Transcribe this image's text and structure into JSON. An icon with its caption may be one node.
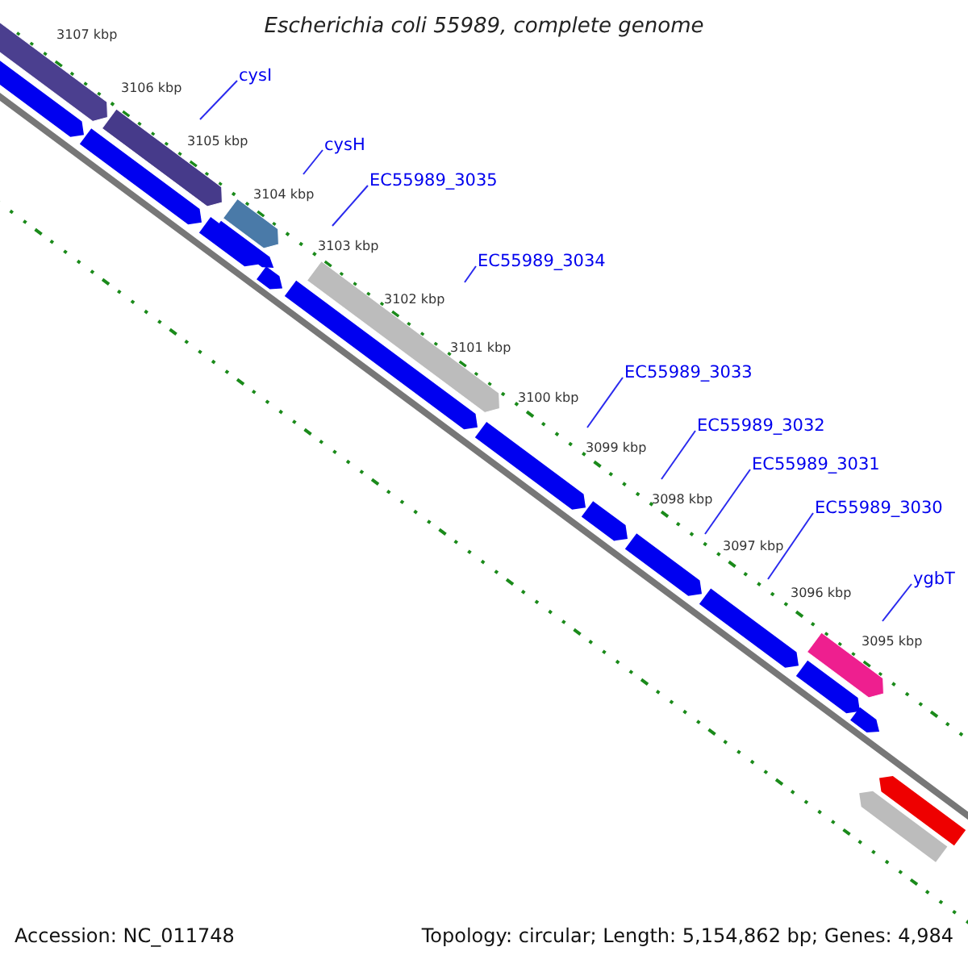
{
  "diagram": {
    "title": "Escherichia coli 55989, complete genome",
    "nodes": [
      {
        "text": [
          "cysI"
        ]
      },
      {
        "text": [
          "cysH"
        ]
      },
      {
        "text": [
          "EC55989_3035"
        ]
      },
      {
        "text": [
          "EC55989_3034"
        ]
      },
      {
        "text": [
          "EC55989_3033"
        ]
      },
      {
        "text": [
          "EC55989_3032"
        ]
      },
      {
        "text": [
          "EC55989_3031"
        ]
      },
      {
        "text": [
          "EC55989_3030"
        ]
      },
      {
        "text": [
          "ygbT"
        ]
      }
    ],
    "edges": [
      {
        "from": 0,
        "to": null,
        "arrow": "none"
      },
      {
        "from": 1,
        "to": null,
        "arrow": "none"
      },
      {
        "from": 2,
        "to": null,
        "arrow": "none"
      },
      {
        "from": 3,
        "to": null,
        "arrow": "none"
      },
      {
        "from": 4,
        "to": null,
        "arrow": "none"
      },
      {
        "from": 5,
        "to": null,
        "arrow": "none"
      },
      {
        "from": 6,
        "to": null,
        "arrow": "none"
      },
      {
        "from": 7,
        "to": null,
        "arrow": "none"
      },
      {
        "from": 8,
        "to": null,
        "arrow": "none"
      }
    ],
    "labels": [
      "3107 kbp",
      "3106 kbp",
      "3105 kbp",
      "3104 kbp",
      "3103 kbp",
      "3102 kbp",
      "3101 kbp",
      "3100 kbp",
      "3099 kbp",
      "3098 kbp",
      "3097 kbp",
      "3096 kbp",
      "3095 kbp",
      "Accession: NC_011748",
      "Topology: circular; Length: 5,154,862 bp; Genes: 4,984"
    ]
  }
}
